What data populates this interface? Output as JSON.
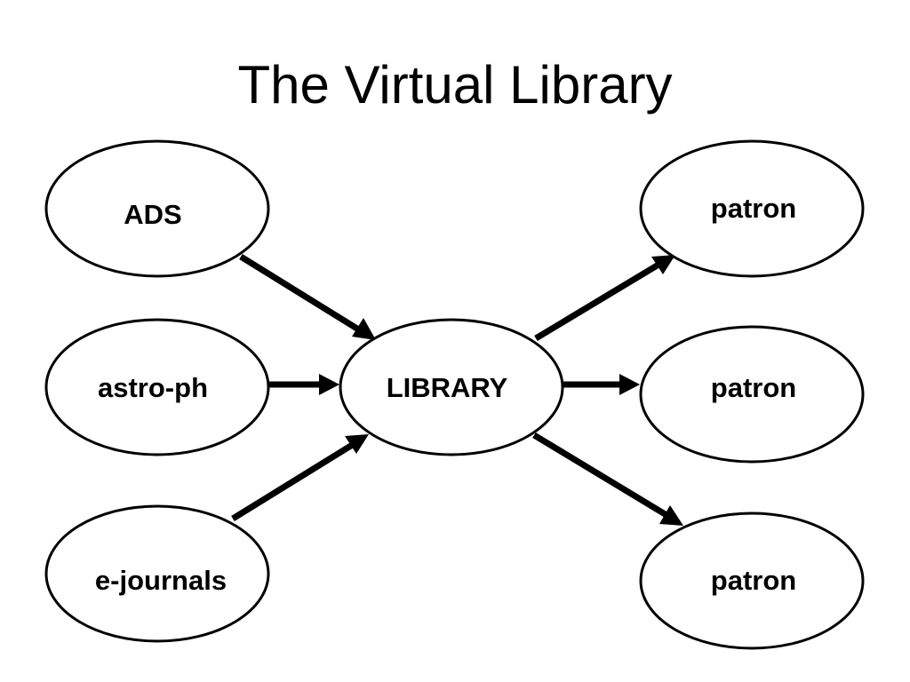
{
  "title": "The Virtual Library",
  "nodes": {
    "ads": {
      "label": "ADS"
    },
    "astro_ph": {
      "label": "astro-ph"
    },
    "e_journals": {
      "label": "e-journals"
    },
    "library": {
      "label": "LIBRARY"
    },
    "patron_top": {
      "label": "patron"
    },
    "patron_middle": {
      "label": "patron"
    },
    "patron_bottom": {
      "label": "patron"
    }
  },
  "edges": [
    {
      "from": "ADS",
      "to": "LIBRARY"
    },
    {
      "from": "astro-ph",
      "to": "LIBRARY"
    },
    {
      "from": "e-journals",
      "to": "LIBRARY"
    },
    {
      "from": "LIBRARY",
      "to": "patron"
    },
    {
      "from": "LIBRARY",
      "to": "patron"
    },
    {
      "from": "LIBRARY",
      "to": "patron"
    }
  ],
  "colors": {
    "background": "#ffffff",
    "stroke": "#000000",
    "text": "#000000"
  }
}
